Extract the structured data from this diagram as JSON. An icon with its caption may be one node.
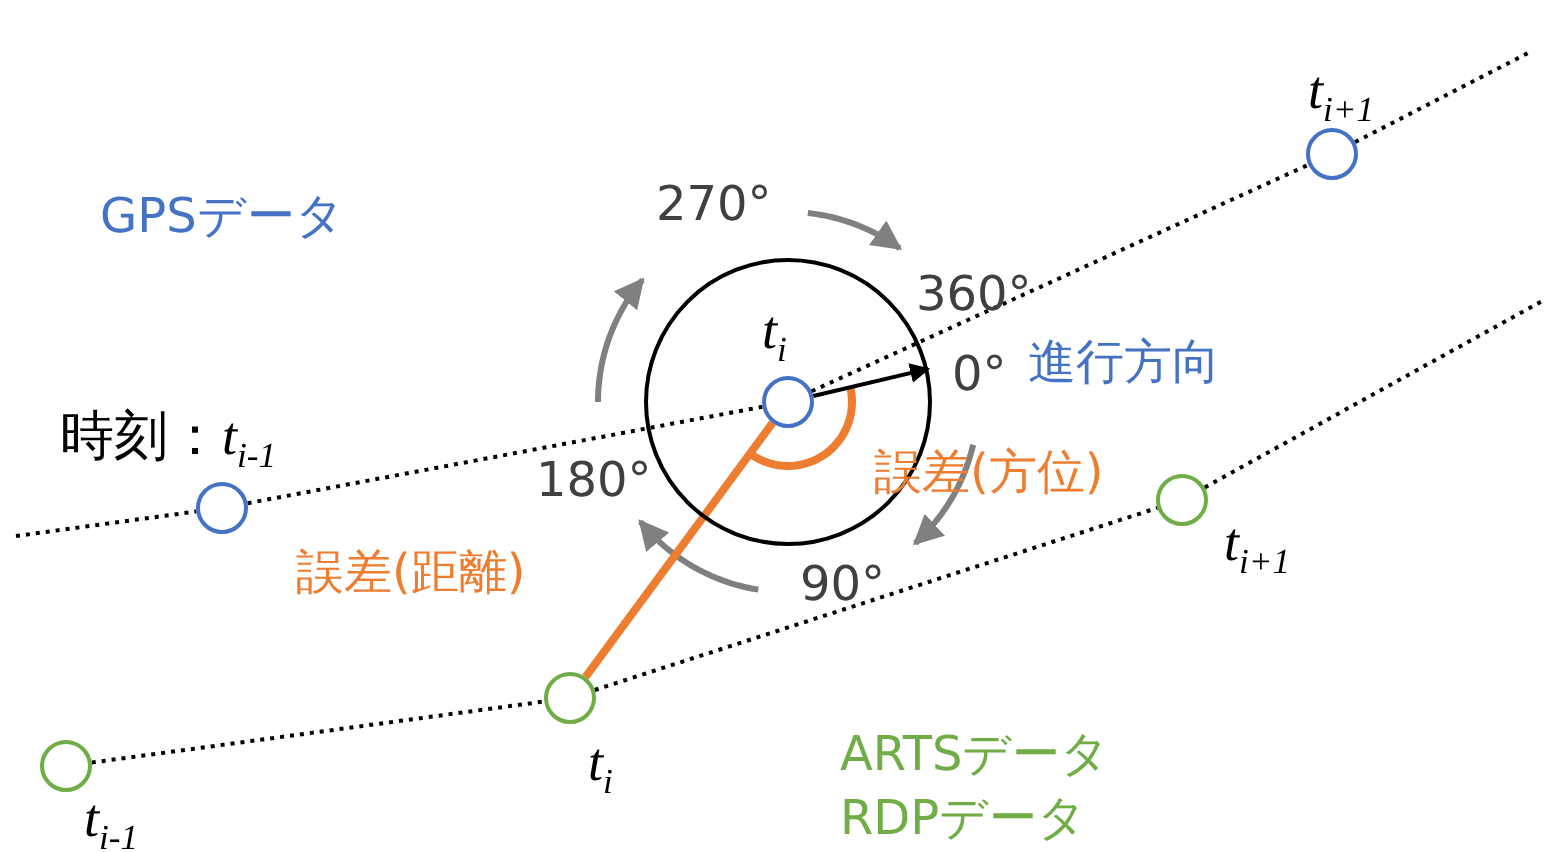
{
  "diagram": {
    "nodes": [
      {
        "text": [],
        "shape": "circle",
        "beside": [
          "時刻：*t*$_{i-1}$"
        ]
      },
      {
        "text": [],
        "shape": "circle"
      },
      {
        "text": [],
        "shape": "circle",
        "beside": [
          "*t*$_{i}$"
        ],
        "in": 1
      },
      {
        "text": [],
        "shape": "circle",
        "beside": [
          "*t*$_{i+1}$"
        ]
      },
      {
        "text": [],
        "shape": "circle",
        "beside": [
          "*t*$_{i-1}$"
        ]
      },
      {
        "text": [],
        "shape": "circle",
        "beside": [
          "*t*$_{i}$"
        ]
      },
      {
        "text": [],
        "shape": "circle",
        "beside": [
          "*t*$_{i+1}$"
        ]
      }
    ],
    "edges": [
      {
        "from": null,
        "to": 0,
        "arrow": "none",
        "style": "dashed"
      },
      {
        "from": 0,
        "to": 2,
        "arrow": "none",
        "style": "dashed"
      },
      {
        "from": 2,
        "to": 3,
        "arrow": "none",
        "style": "dashed"
      },
      {
        "from": 3,
        "to": null,
        "arrow": "none",
        "style": "dashed"
      },
      {
        "from": 4,
        "to": 5,
        "arrow": "none",
        "style": "dashed"
      },
      {
        "from": 5,
        "to": 6,
        "arrow": "none",
        "style": "dashed"
      },
      {
        "from": 6,
        "to": null,
        "arrow": "none",
        "style": "dashed"
      },
      {
        "from": 2,
        "to": 5,
        "arrow": "none",
        "style": "thick",
        "color": "#ed7d31",
        "label": "誤差(距離)"
      },
      {
        "from": 2,
        "to": 1,
        "arrow": "to"
      }
    ],
    "labels": [
      "GPSデータ",
      "270°",
      "360°",
      "0°",
      "進行方向",
      "180°",
      "誤差(方位)",
      "90°",
      "ARTSデータ",
      "RDPデータ"
    ]
  }
}
